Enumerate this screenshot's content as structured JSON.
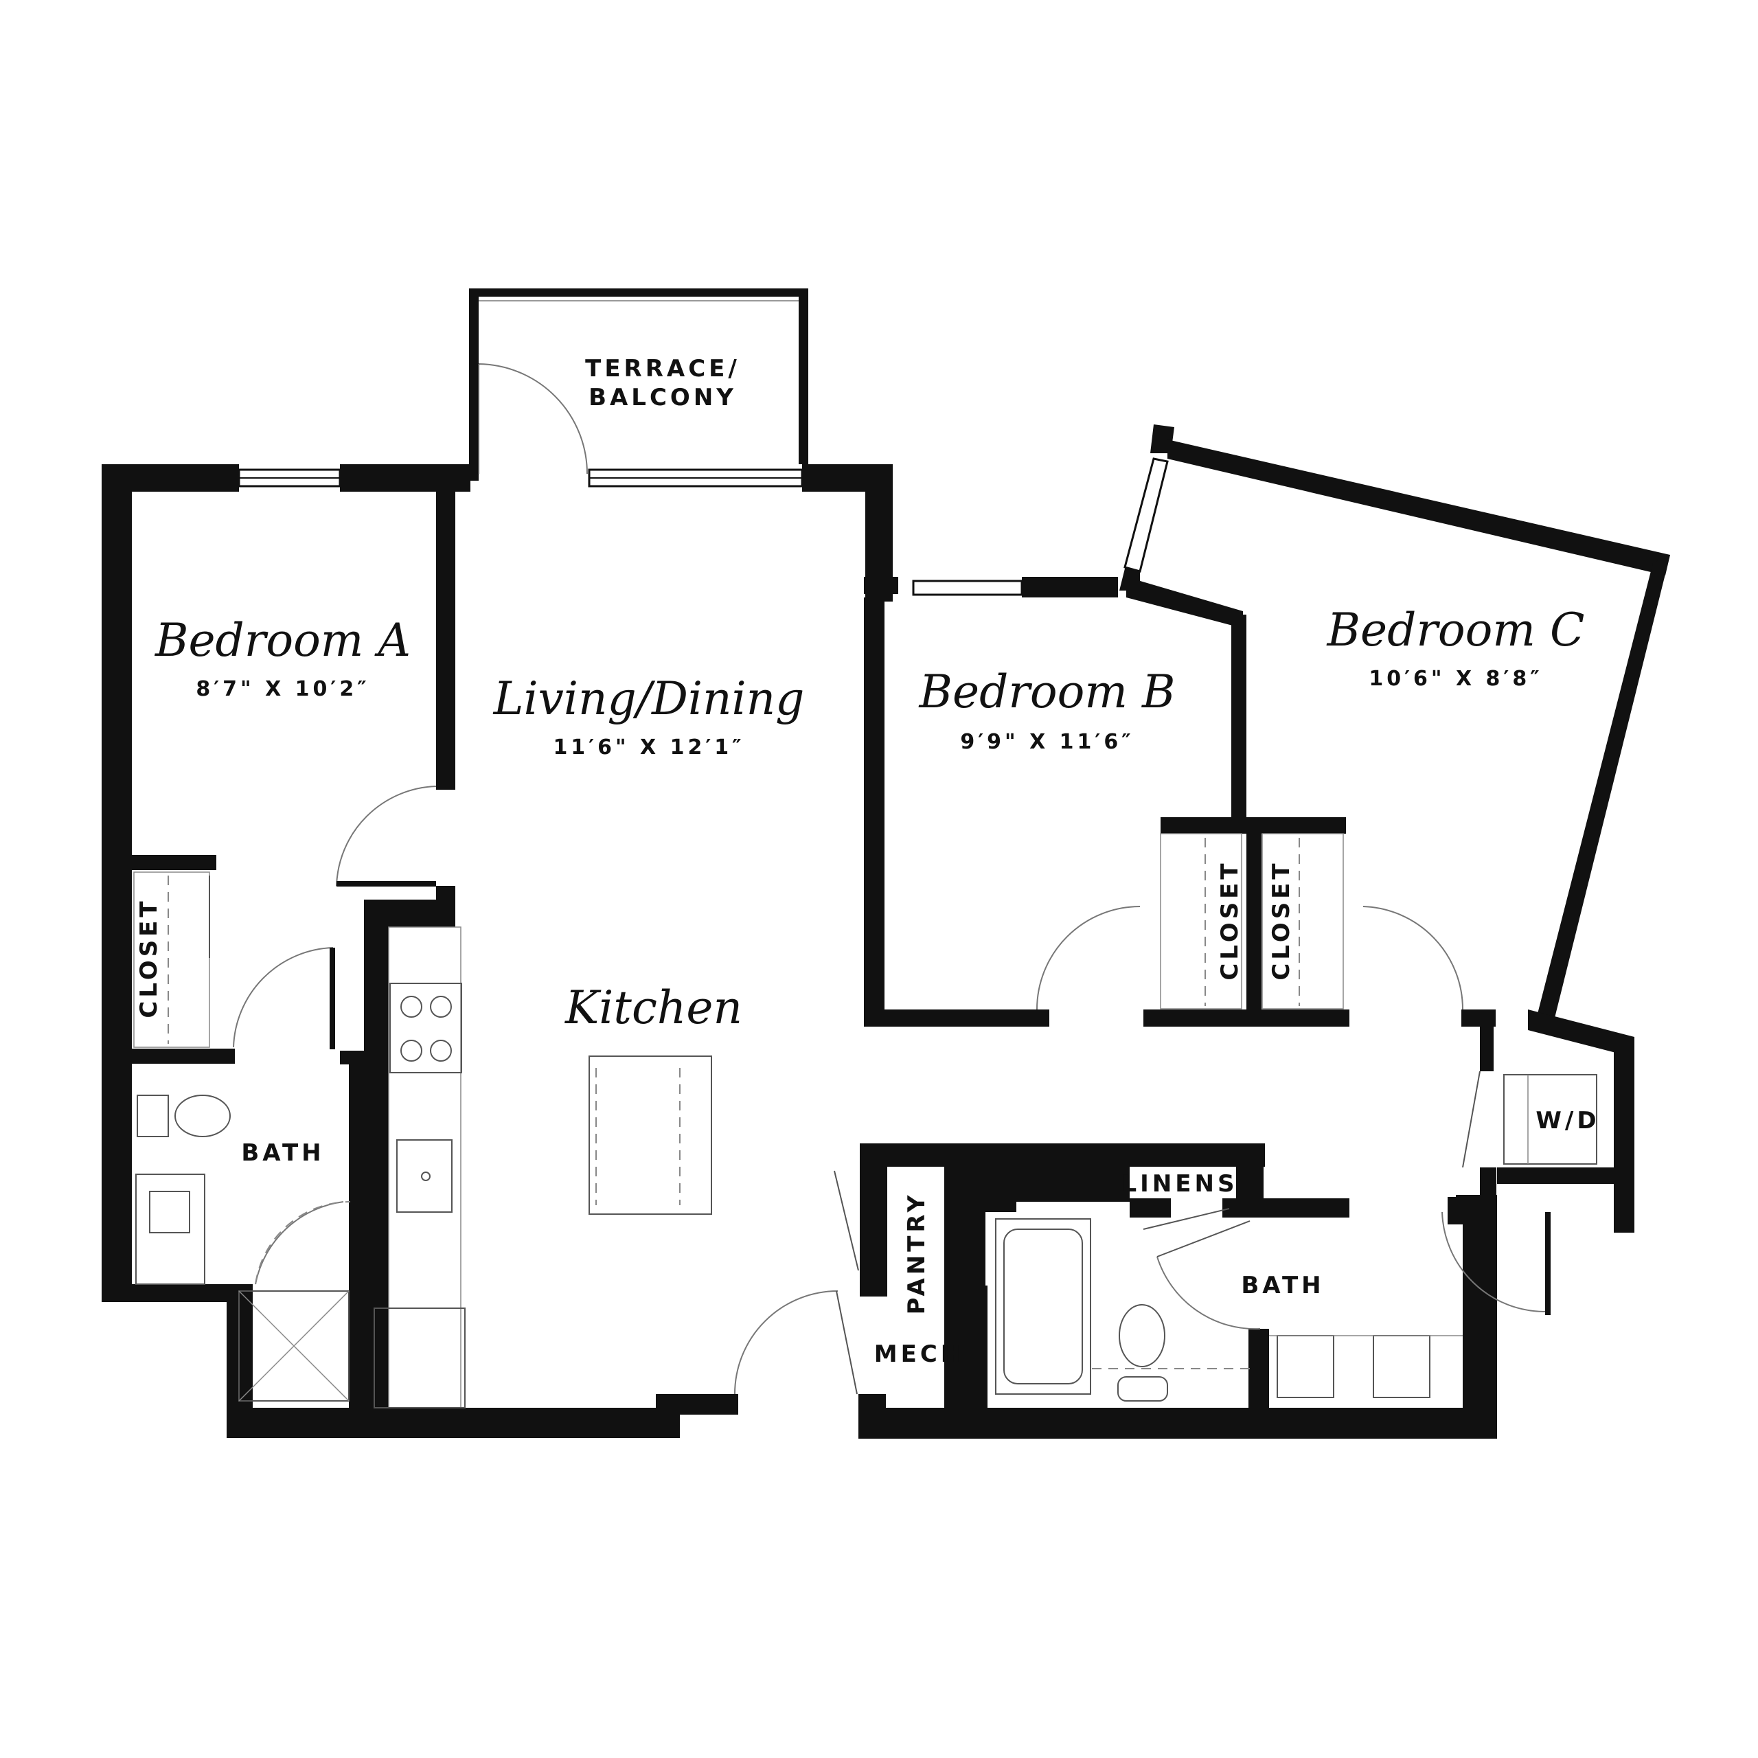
{
  "plan": {
    "rooms": [
      {
        "key": "bedroom_a",
        "name": "Bedroom A",
        "dims": "8′7\" X 10′2″"
      },
      {
        "key": "living",
        "name": "Living/Dining",
        "dims": "11′6\" X 12′1″"
      },
      {
        "key": "bedroom_b",
        "name": "Bedroom B",
        "dims": "9′9\" X 11′6″"
      },
      {
        "key": "bedroom_c",
        "name": "Bedroom C",
        "dims": "10′6\" X 8′8″"
      },
      {
        "key": "kitchen",
        "name": "Kitchen",
        "dims": ""
      }
    ],
    "labels": {
      "terrace_line1": "TERRACE/",
      "terrace_line2": "BALCONY",
      "closet_a": "CLOSET",
      "closet_b": "CLOSET",
      "closet_c": "CLOSET",
      "bath_a": "BATH",
      "bath_main": "BATH",
      "pantry": "PANTRY",
      "mech": "MECH",
      "linens": "LINENS",
      "wd": "W/D"
    }
  }
}
